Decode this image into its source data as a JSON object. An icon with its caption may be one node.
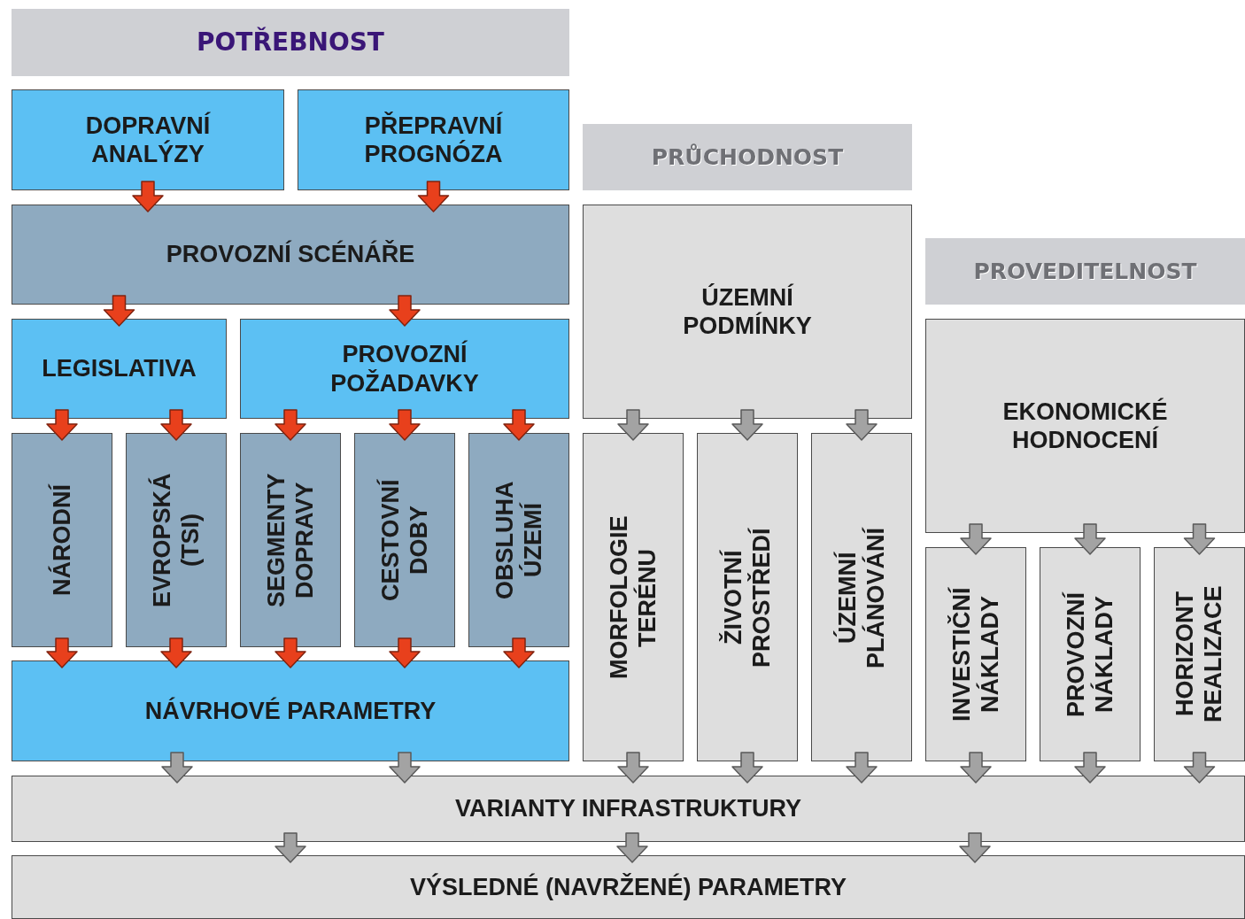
{
  "diagram": {
    "nodes": [
      {
        "text": [
          "POTŘEBNOST"
        ]
      },
      {
        "text": [
          "DOPRAVNÍ ANALÝZY"
        ]
      },
      {
        "text": [
          "PŘEPRAVNÍ PROGNÓZA"
        ]
      },
      {
        "text": [
          "PRŮCHODNOST"
        ]
      },
      {
        "text": [
          "PROVOZNÍ SCÉNÁŘE"
        ]
      },
      {
        "text": [
          "ÚZEMNÍ PODMÍNKY"
        ]
      },
      {
        "text": [
          "PROVEDITELNOST"
        ]
      },
      {
        "text": [
          "LEGISLATIVA"
        ]
      },
      {
        "text": [
          "PROVOZNÍ POŽADAVKY"
        ]
      },
      {
        "text": [
          "EKONOMICKÉ HODNOCENÍ"
        ]
      },
      {
        "text": [
          "NÁRODNÍ"
        ]
      },
      {
        "text": [
          "EVROPSKÁ (TSI)"
        ]
      },
      {
        "text": [
          "SEGMENTY DOPRAVY"
        ]
      },
      {
        "text": [
          "CESTOVNÍ DOBY"
        ]
      },
      {
        "text": [
          "OBSLUHA ÚZEMÍ"
        ]
      },
      {
        "text": [
          "MORFOLOGIE TERÉNU"
        ]
      },
      {
        "text": [
          "ŽIVOTNÍ PROSTŘEDÍ"
        ]
      },
      {
        "text": [
          "ÚZEMNÍ PLÁNOVÁNÍ"
        ]
      },
      {
        "text": [
          "INVESTIČNÍ NÁKLADY"
        ]
      },
      {
        "text": [
          "PROVOZNÍ NÁKLADY"
        ]
      },
      {
        "text": [
          "HORIZONT REALIZACE"
        ]
      },
      {
        "text": [
          "NÁVRHOVÉ PARAMETRY"
        ]
      },
      {
        "text": [
          "VARIANTY INFRASTRUKTURY"
        ]
      },
      {
        "text": [
          "VÝSLEDNÉ (NAVRŽENÉ) PARAMETRY"
        ]
      }
    ],
    "edges": [
      {
        "from": 1,
        "to": 4,
        "arrow": "to",
        "color": "#e8401c"
      },
      {
        "from": 2,
        "to": 4,
        "arrow": "to",
        "color": "#e8401c"
      },
      {
        "from": 4,
        "to": 7,
        "arrow": "to",
        "color": "#e8401c"
      },
      {
        "from": 4,
        "to": 8,
        "arrow": "to",
        "color": "#e8401c"
      },
      {
        "from": 7,
        "to": 10,
        "arrow": "to",
        "color": "#e8401c"
      },
      {
        "from": 7,
        "to": 11,
        "arrow": "to",
        "color": "#e8401c"
      },
      {
        "from": 8,
        "to": 12,
        "arrow": "to",
        "color": "#e8401c"
      },
      {
        "from": 8,
        "to": 13,
        "arrow": "to",
        "color": "#e8401c"
      },
      {
        "from": 8,
        "to": 14,
        "arrow": "to",
        "color": "#e8401c"
      },
      {
        "from": 10,
        "to": 21,
        "arrow": "to",
        "color": "#e8401c"
      },
      {
        "from": 11,
        "to": 21,
        "arrow": "to",
        "color": "#e8401c"
      },
      {
        "from": 12,
        "to": 21,
        "arrow": "to",
        "color": "#e8401c"
      },
      {
        "from": 13,
        "to": 21,
        "arrow": "to",
        "color": "#e8401c"
      },
      {
        "from": 14,
        "to": 21,
        "arrow": "to",
        "color": "#e8401c"
      },
      {
        "from": 5,
        "to": 15,
        "arrow": "to"
      },
      {
        "from": 5,
        "to": 16,
        "arrow": "to"
      },
      {
        "from": 5,
        "to": 17,
        "arrow": "to"
      },
      {
        "from": 9,
        "to": 18,
        "arrow": "to"
      },
      {
        "from": 9,
        "to": 19,
        "arrow": "to"
      },
      {
        "from": 9,
        "to": 20,
        "arrow": "to"
      },
      {
        "from": 21,
        "to": 22,
        "arrow": "to"
      },
      {
        "from": 21,
        "to": 22,
        "arrow": "to"
      },
      {
        "from": 15,
        "to": 22,
        "arrow": "to"
      },
      {
        "from": 16,
        "to": 22,
        "arrow": "to"
      },
      {
        "from": 17,
        "to": 22,
        "arrow": "to"
      },
      {
        "from": 18,
        "to": 22,
        "arrow": "to"
      },
      {
        "from": 19,
        "to": 22,
        "arrow": "to"
      },
      {
        "from": 20,
        "to": 22,
        "arrow": "to"
      },
      {
        "from": 22,
        "to": 23,
        "arrow": "to"
      },
      {
        "from": 22,
        "to": 23,
        "arrow": "to"
      },
      {
        "from": 22,
        "to": 23,
        "arrow": "to"
      }
    ]
  }
}
